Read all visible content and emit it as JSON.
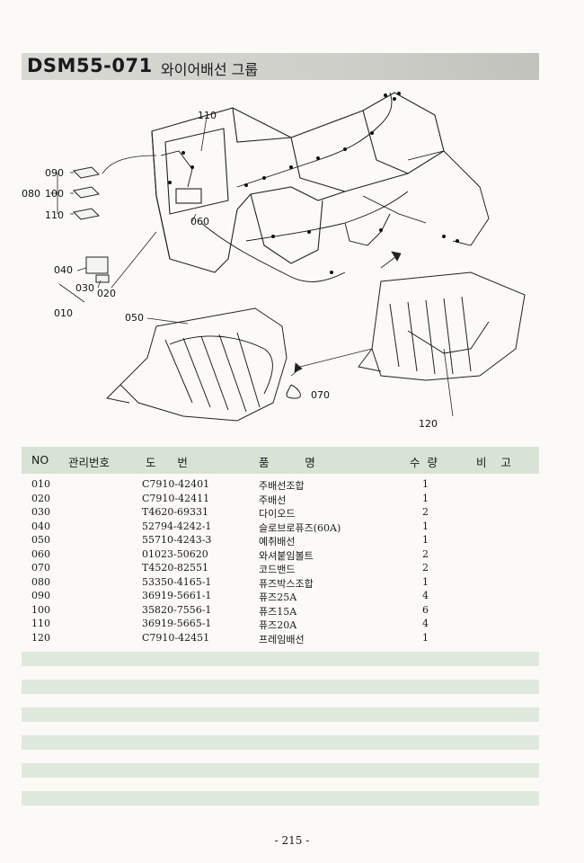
{
  "header": {
    "code": "DSM55-071",
    "title": "와이어배선 그룹"
  },
  "diagram": {
    "callouts": [
      "110",
      "090",
      "080",
      "100",
      "110",
      "060",
      "040",
      "030",
      "020",
      "010",
      "050",
      "070",
      "120"
    ]
  },
  "table": {
    "headers": {
      "no": "NO",
      "mgmt": "관리번호",
      "drawing": "도      번",
      "name": "품          명",
      "qty": "수  량",
      "remarks": "비    고"
    },
    "rows": [
      {
        "no": "010",
        "part": "C7910-42401",
        "name": "주배선조합",
        "qty": "1"
      },
      {
        "no": "020",
        "part": "C7910-42411",
        "name": "주배선",
        "qty": "1"
      },
      {
        "no": "030",
        "part": "T4620-69331",
        "name": "다이오드",
        "qty": "2"
      },
      {
        "no": "040",
        "part": "52794-4242-1",
        "name": "슬로브로퓨즈(60A)",
        "qty": "1"
      },
      {
        "no": "050",
        "part": "55710-4243-3",
        "name": "예취배선",
        "qty": "1"
      },
      {
        "no": "060",
        "part": "01023-50620",
        "name": "와셔붙임볼트",
        "qty": "2"
      },
      {
        "no": "070",
        "part": "T4520-82551",
        "name": "코드밴드",
        "qty": "2"
      },
      {
        "no": "080",
        "part": "53350-4165-1",
        "name": "퓨즈박스조합",
        "qty": "1"
      },
      {
        "no": "090",
        "part": "36919-5661-1",
        "name": "퓨즈25A",
        "qty": "4"
      },
      {
        "no": "100",
        "part": "35820-7556-1",
        "name": "퓨즈15A",
        "qty": "6"
      },
      {
        "no": "110",
        "part": "36919-5665-1",
        "name": "퓨즈20A",
        "qty": "4"
      },
      {
        "no": "120",
        "part": "C7910-42451",
        "name": "프레임배선",
        "qty": "1"
      }
    ]
  },
  "footer": {
    "page": "- 215 -"
  }
}
